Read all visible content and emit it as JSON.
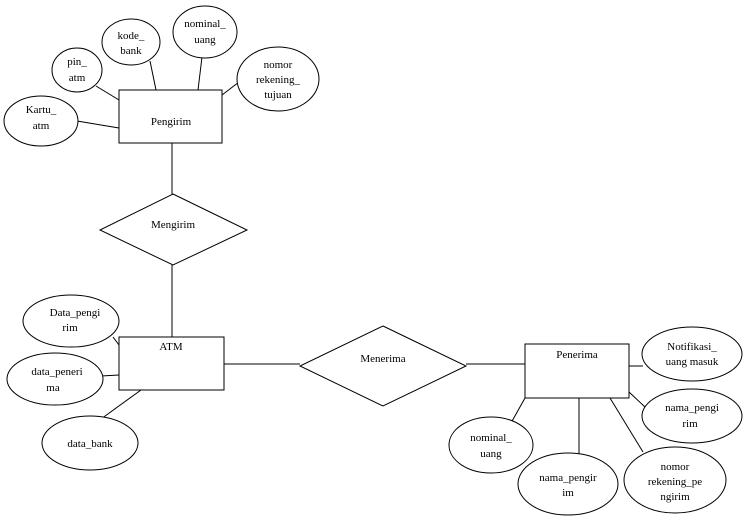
{
  "entities": {
    "pengirim": "Pengirim",
    "atm": "ATM",
    "penerima": "Penerima"
  },
  "relationships": {
    "mengirim": "Mengirim",
    "menerima": "Menerima"
  },
  "attributes": {
    "kartu_atm": [
      "Kartu_",
      "atm"
    ],
    "pin_atm": [
      "pin_",
      "atm"
    ],
    "kode_bank": [
      "kode_",
      "bank"
    ],
    "nominal_uang_pengirim": [
      "nominal_",
      "uang"
    ],
    "nomor_rekening_tujuan": [
      "nomor",
      "rekening_",
      "tujuan"
    ],
    "data_pengirim": [
      "Data_pengi",
      "rim"
    ],
    "data_penerima": [
      "data_peneri",
      "ma"
    ],
    "data_bank": [
      "data_bank"
    ],
    "notifikasi_uang_masuk": [
      "Notifikasi_",
      "uang masuk"
    ],
    "nama_pengirim_right": [
      "nama_pengi",
      "rim"
    ],
    "nomor_rekening_pengirim": [
      "nomor",
      "rekening_pe",
      "ngirim"
    ],
    "nama_pengirim_bottom": [
      "nama_pengir",
      "im"
    ],
    "nominal_uang_penerima": [
      "nominal_",
      "uang"
    ]
  }
}
